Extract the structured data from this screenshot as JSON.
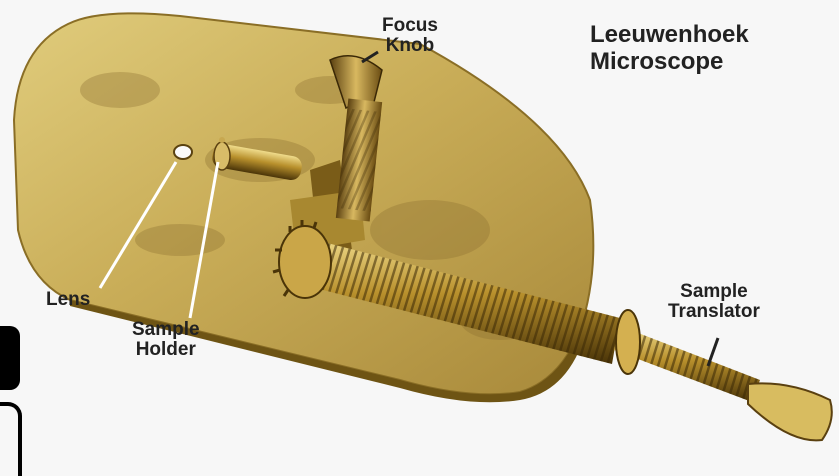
{
  "title": {
    "line1": "Leeuwenhoek",
    "line2": "Microscope"
  },
  "labels": {
    "focus_knob": {
      "line1": "Focus",
      "line2": "Knob"
    },
    "lens": "Lens",
    "sample_holder": {
      "line1": "Sample",
      "line2": "Holder"
    },
    "sample_translator": {
      "line1": "Sample",
      "line2": "Translator"
    }
  },
  "colors": {
    "brass_light": "#d8c16a",
    "brass_mid": "#b89a40",
    "brass_dark": "#6e5414",
    "background": "#f7f7f7",
    "leader_line": "#ffffff",
    "text": "#222222"
  }
}
